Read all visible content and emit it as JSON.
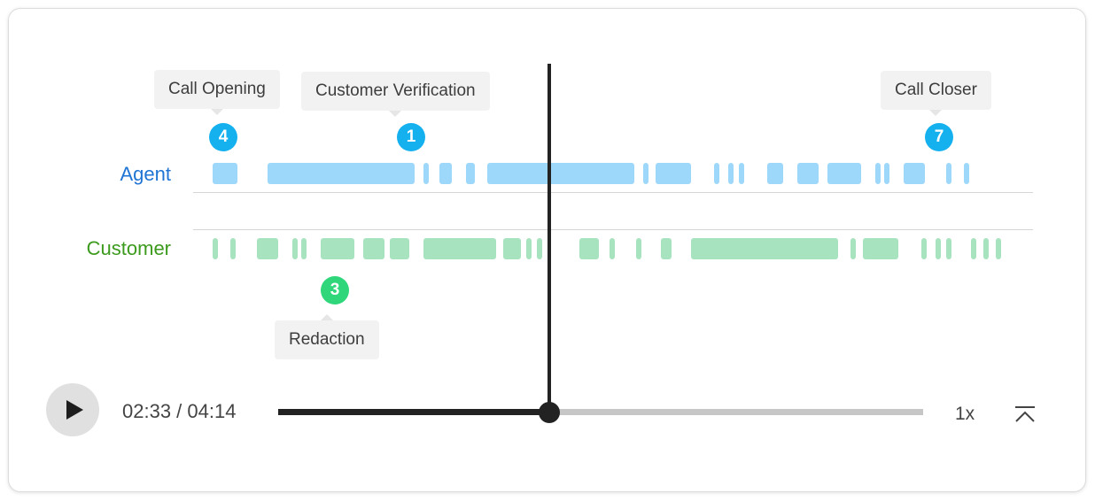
{
  "tracks": {
    "agent_label": "Agent",
    "customer_label": "Customer",
    "agent_color": "#9dd8fb",
    "customer_color": "#a8e3c0"
  },
  "annotations": {
    "call_opening": {
      "label": "Call Opening",
      "count": "4"
    },
    "customer_verification": {
      "label": "Customer Verification",
      "count": "1"
    },
    "call_closer": {
      "label": "Call Closer",
      "count": "7"
    },
    "redaction": {
      "label": "Redaction",
      "count": "3"
    }
  },
  "player": {
    "time": "02:33 / 04:14",
    "progress_fraction": 0.42,
    "speed": "1x",
    "play_icon": "play-icon",
    "collapse_icon": "collapse-up-icon"
  }
}
